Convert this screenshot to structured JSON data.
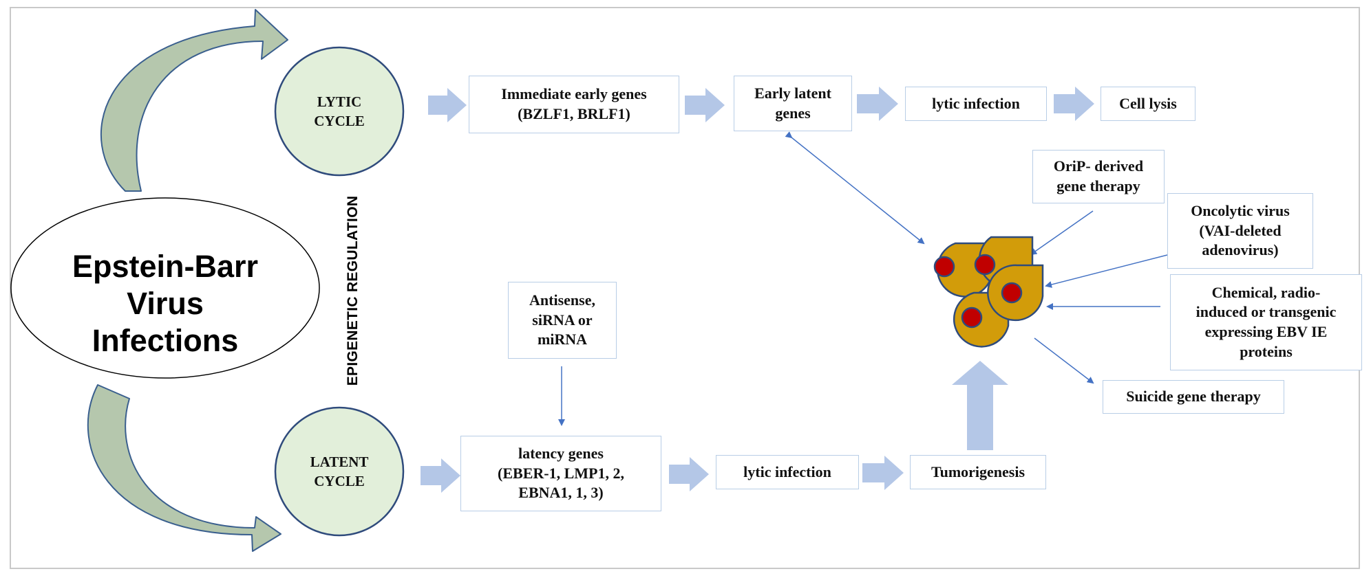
{
  "colors": {
    "circle_fill": "#e2efda",
    "circle_stroke": "#2f4b7c",
    "box_border": "#b8cde6",
    "block_arrow": "#b4c7e7",
    "line_arrow": "#4472c4",
    "curve_arrow_fill": "#b5c7ad",
    "cell_fill": "#d29c0a",
    "nucleus_fill": "#c00000"
  },
  "title": "Epstein-Barr\nVirus\nInfections",
  "epigenetic_label": "EPIGENETIC REGULATION",
  "cycles": {
    "lytic": "LYTIC\nCYCLE",
    "latent": "LATENT\nCYCLE"
  },
  "lytic_path": {
    "immediate_early": "Immediate early genes\n(BZLF1, BRLF1)",
    "early_latent": "Early latent\ngenes",
    "lytic_infection": "lytic infection",
    "cell_lysis": "Cell lysis"
  },
  "latent_path": {
    "antisense": "Antisense,\nsiRNA or\nmiRNA",
    "latency_genes": "latency genes\n(EBER-1, LMP1, 2,\nEBNA1, 1, 3)",
    "lytic_infection": "lytic infection",
    "tumorigenesis": "Tumorigenesis"
  },
  "therapies": {
    "orip": "OriP- derived\ngene therapy",
    "oncolytic": "Oncolytic virus\n(VAI-deleted\nadenovirus)",
    "chemical": "Chemical, radio-\ninduced or transgenic\nexpressing EBV IE\nproteins",
    "suicide": "Suicide gene therapy"
  }
}
